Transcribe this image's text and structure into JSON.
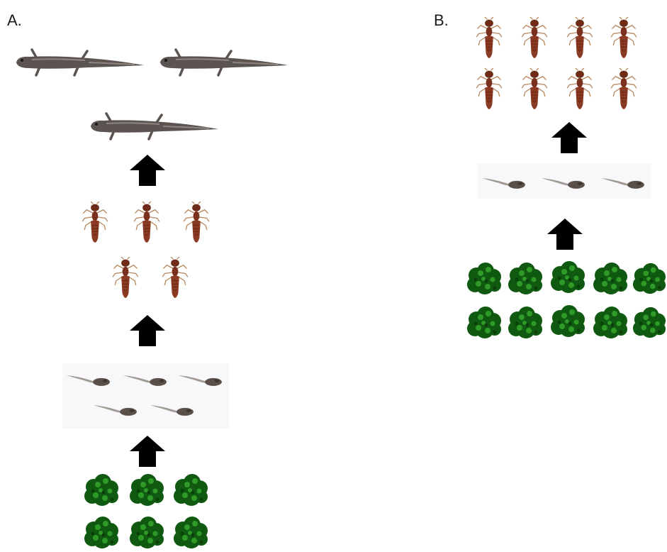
{
  "panels": [
    {
      "label": "A.",
      "levels_bottom_to_top": [
        {
          "organism": "algae",
          "count": 6
        },
        {
          "organism": "tadpole",
          "count": 5
        },
        {
          "organism": "dragonfly-nymph",
          "count": 5
        },
        {
          "organism": "salamander",
          "count": 3
        }
      ]
    },
    {
      "label": "B.",
      "levels_bottom_to_top": [
        {
          "organism": "algae",
          "count": 10
        },
        {
          "organism": "tadpole",
          "count": 3
        },
        {
          "organism": "dragonfly-nymph",
          "count": 8
        }
      ]
    }
  ],
  "icons": {
    "arrow": "up-arrow-icon",
    "algae": "algae-icon",
    "tadpole": "tadpole-icon",
    "nymph": "dragonfly-nymph-icon",
    "salamander": "salamander-icon"
  },
  "colors": {
    "arrow": "#000000",
    "algae_dark": "#0f5a10",
    "algae_light": "#2f9a28",
    "tadpole": "#5a5049",
    "nymph": "#8a3a22",
    "nymph_legs": "#b8885e",
    "salamander": "#5c5450",
    "salamander_light": "#8e8580"
  }
}
